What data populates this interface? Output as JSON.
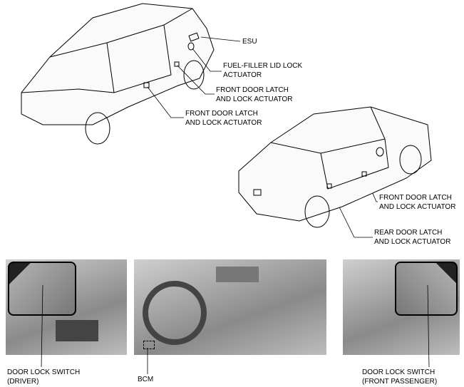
{
  "labels": {
    "esu": "ESU",
    "fuel_filler": [
      "FUEL-FILLER LID LOCK",
      "ACTUATOR"
    ],
    "front_door_top_1": [
      "FRONT DOOR LATCH",
      "AND LOCK ACTUATOR"
    ],
    "front_door_top_2": [
      "FRONT DOOR LATCH",
      "AND LOCK ACTUATOR"
    ],
    "front_door_rear_view": [
      "FRONT DOOR LATCH",
      "AND LOCK ACTUATOR"
    ],
    "rear_door": [
      "REAR DOOR LATCH",
      "AND LOCK ACTUATOR"
    ],
    "door_lock_switch_driver": [
      "DOOR LOCK SWITCH",
      "(DRIVER)"
    ],
    "bcm": "BCM",
    "door_lock_switch_passenger": [
      "DOOR LOCK SWITCH",
      "(FRONT PASSENGER)"
    ]
  }
}
